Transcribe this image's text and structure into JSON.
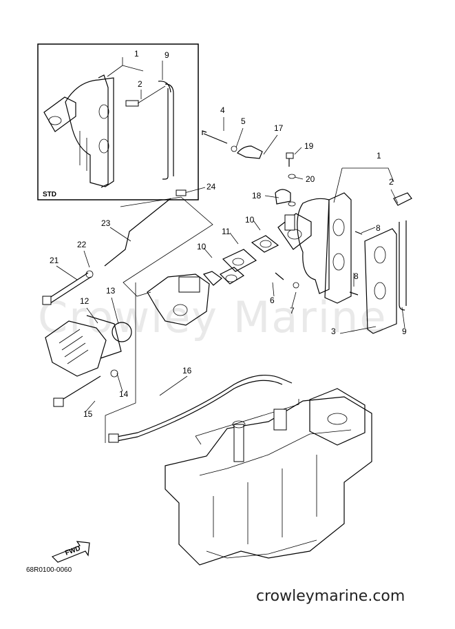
{
  "watermark": "Crowley Marine",
  "inset_label": "STD",
  "fwd_label": "FWD",
  "diagram_code": "68R0100-0060",
  "footer_url": "crowleymarine.com",
  "callouts": [
    "1",
    "9",
    "2",
    "4",
    "5",
    "17",
    "19",
    "20",
    "1",
    "2",
    "24",
    "18",
    "8",
    "23",
    "10",
    "11",
    "10",
    "22",
    "21",
    "8",
    "6",
    "7",
    "12",
    "13",
    "3",
    "9",
    "16",
    "14",
    "15"
  ]
}
